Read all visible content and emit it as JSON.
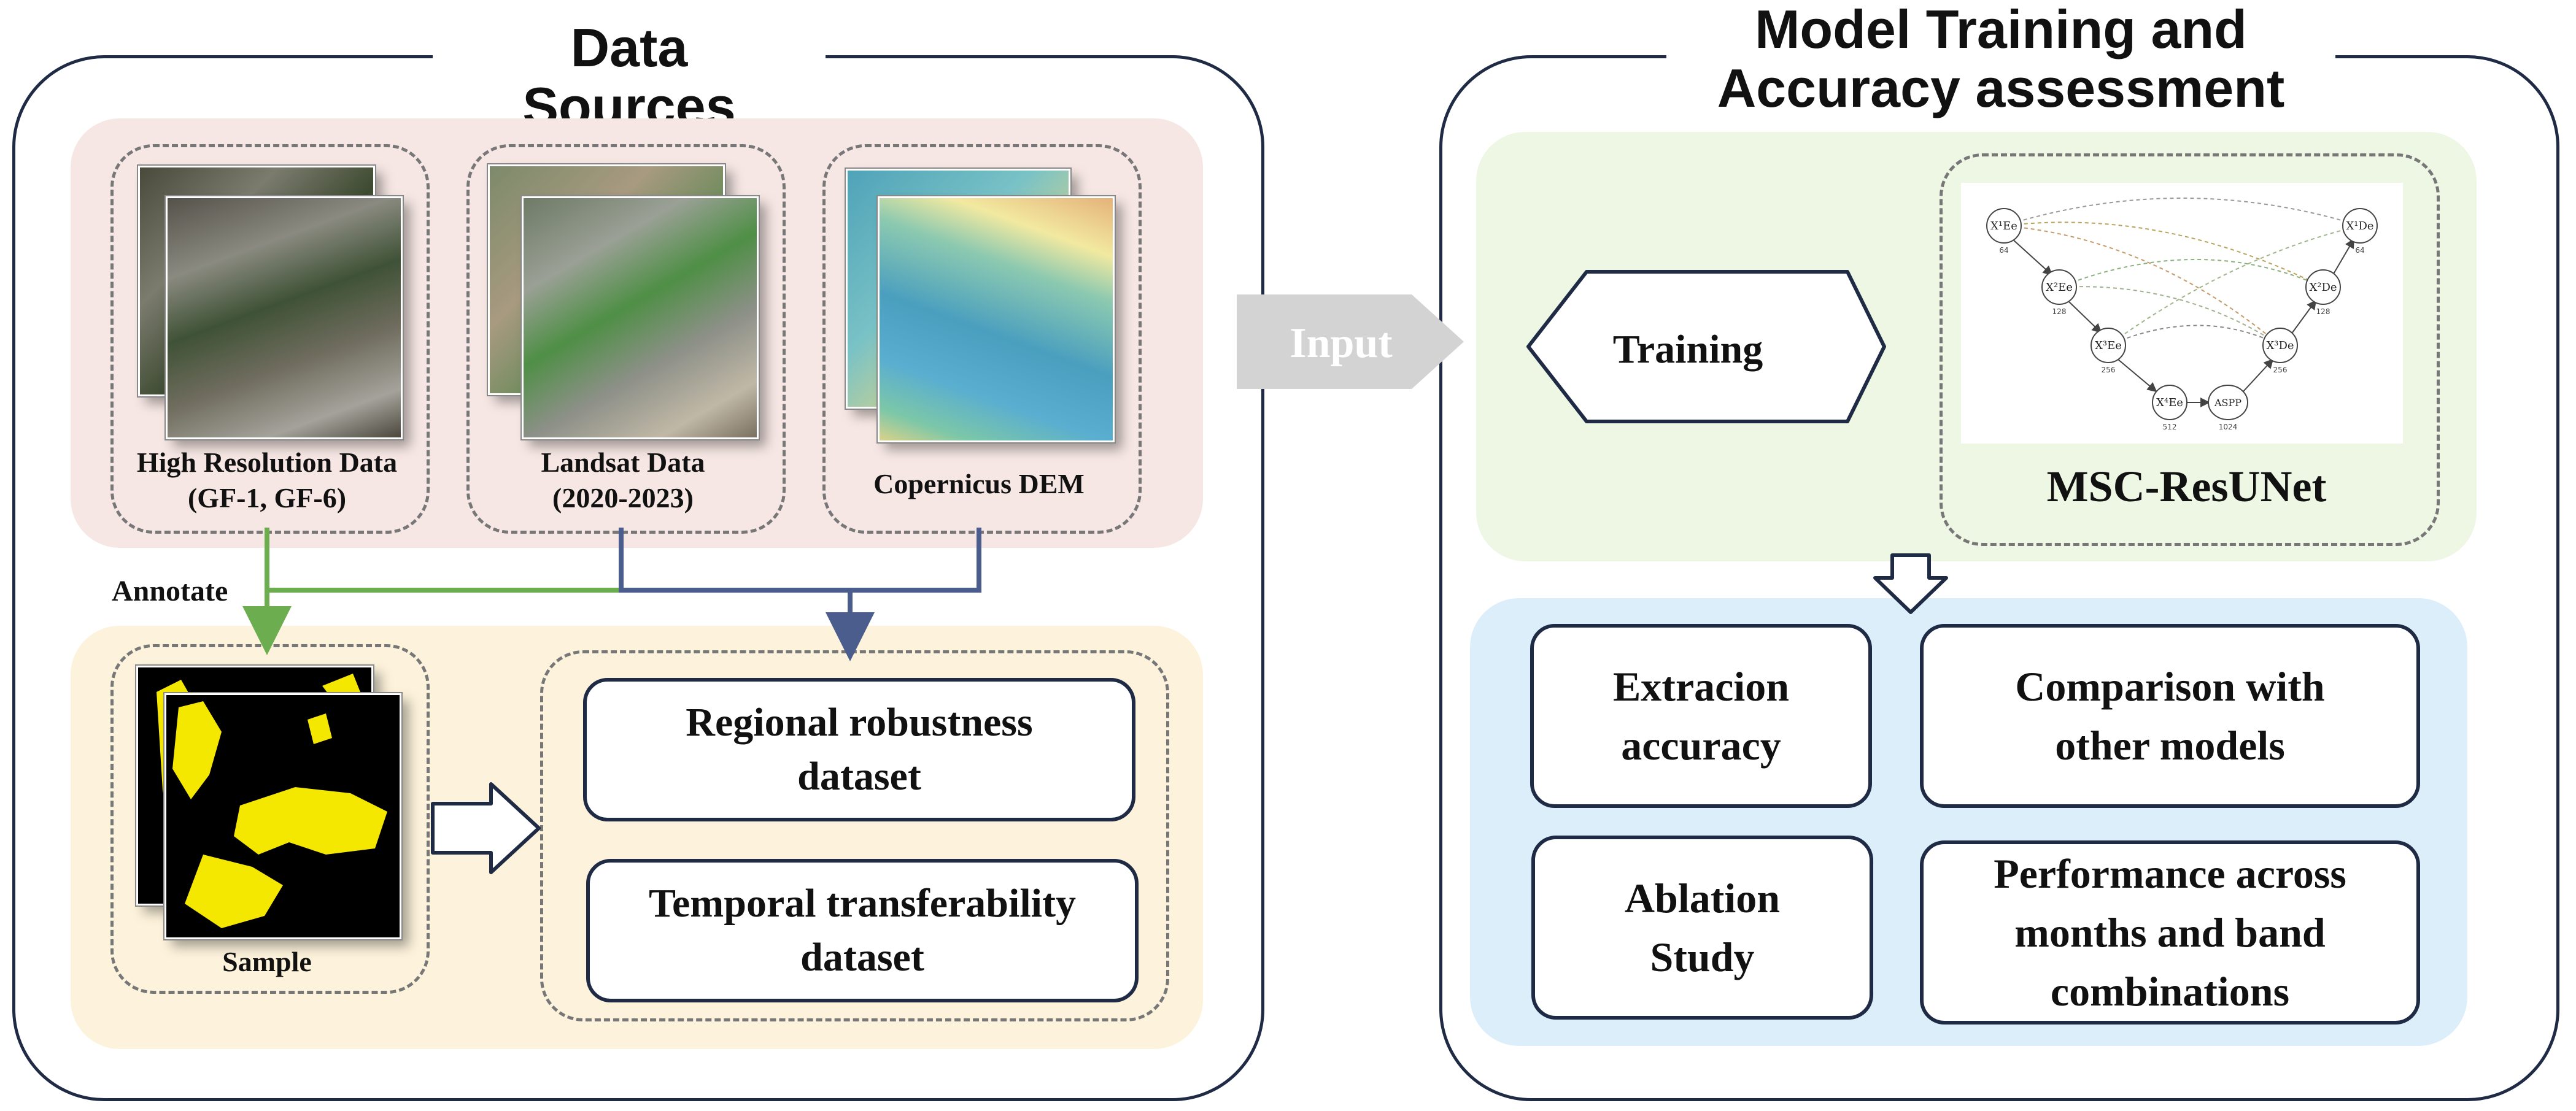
{
  "left_panel": {
    "title": "Data Sources",
    "sources": [
      {
        "label": "High Resolution Data\n(GF-1, GF-6)"
      },
      {
        "label": "Landsat Data\n(2020-2023)"
      },
      {
        "label": "Copernicus DEM"
      }
    ],
    "annotate_label": "Annotate",
    "sample_label": "Sample",
    "datasets": [
      {
        "label": "Regional robustness\ndataset"
      },
      {
        "label": "Temporal transferability\ndataset"
      }
    ]
  },
  "input_label": "Input",
  "right_panel": {
    "title": "Model Training and\nAccuracy assessment",
    "training_label": "Training",
    "model_name": "MSC-ResUNet",
    "network": {
      "encoder_nodes": [
        "X¹Ee",
        "X²Ee",
        "X³Ee",
        "X⁴Ee"
      ],
      "decoder_nodes": [
        "X¹De",
        "X²De",
        "X³De"
      ],
      "bottleneck": "ASPP",
      "channels": [
        "64",
        "128",
        "256",
        "512",
        "1024",
        "256",
        "128",
        "64"
      ]
    },
    "assessments": [
      {
        "label": "Extracion\naccuracy"
      },
      {
        "label": "Comparison with\nother models"
      },
      {
        "label": "Ablation\nStudy"
      },
      {
        "label": "Performance across\nmonths and band\ncombinations"
      }
    ]
  },
  "colors": {
    "panel_border": "#1f2a44",
    "sources_bg": "#f6e7e4",
    "samples_bg": "#fdf3dc",
    "training_bg": "#edf7e4",
    "assessment_bg": "#dceefa",
    "annotate_arrow": "#6cae4f",
    "dataset_arrow": "#4a5d8c",
    "input_arrow": "#d3d3d3",
    "sample_yellow": "#f5e800"
  }
}
